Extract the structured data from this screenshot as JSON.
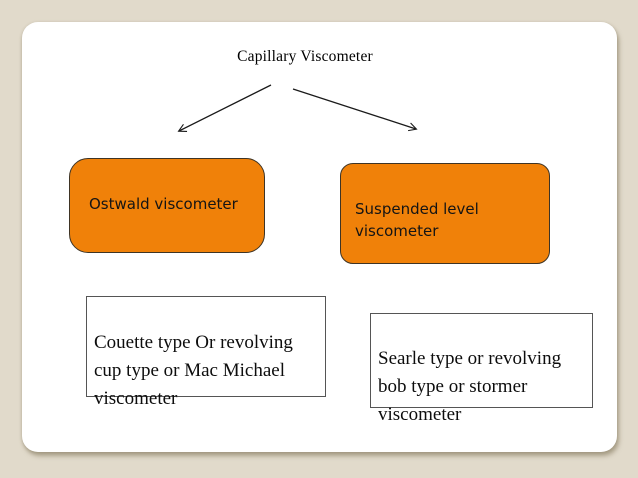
{
  "slide": {
    "title": "Capillary Viscometer"
  },
  "nodes": {
    "ostwald": {
      "label": "Ostwald viscometer"
    },
    "suspended": {
      "label": "Suspended level\nviscometer"
    }
  },
  "notes": {
    "couette": {
      "text": "Couette type Or revolving\ncup type or Mac Michael\nviscometer"
    },
    "searle": {
      "text": "Searle type or revolving\nbob type or stormer\nviscometer"
    }
  },
  "colors": {
    "background": "#E1DACB",
    "card": "#FFFFFF",
    "node_fill": "#F08109",
    "node_border": "#3E3425",
    "note_border": "#555555",
    "arrow": "#1A1A1A"
  }
}
